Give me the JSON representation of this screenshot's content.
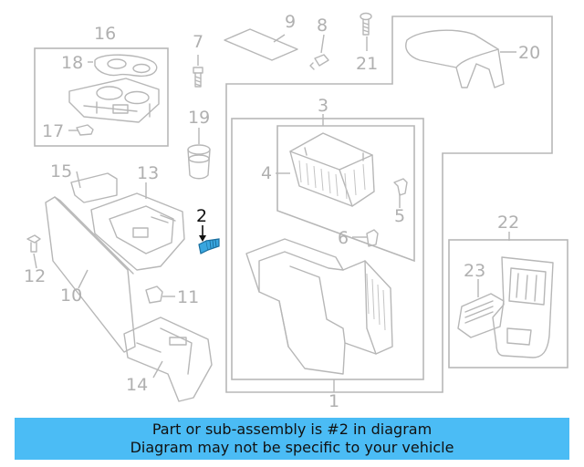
{
  "colors": {
    "banner_bg": "#4bbcf5",
    "line": "#b7b7b7",
    "label": "#b0b0b0",
    "highlight_label": "#111111",
    "highlight_part": "#39a6df"
  },
  "callouts": [
    "1",
    "2",
    "3",
    "4",
    "5",
    "6",
    "7",
    "8",
    "9",
    "10",
    "11",
    "12",
    "13",
    "14",
    "15",
    "16",
    "17",
    "18",
    "19",
    "20",
    "21",
    "22",
    "23"
  ],
  "highlighted_callout": "2",
  "banner": {
    "line1": "Part or sub-assembly is #2 in diagram",
    "line2": "Diagram may not be specific to your vehicle"
  }
}
